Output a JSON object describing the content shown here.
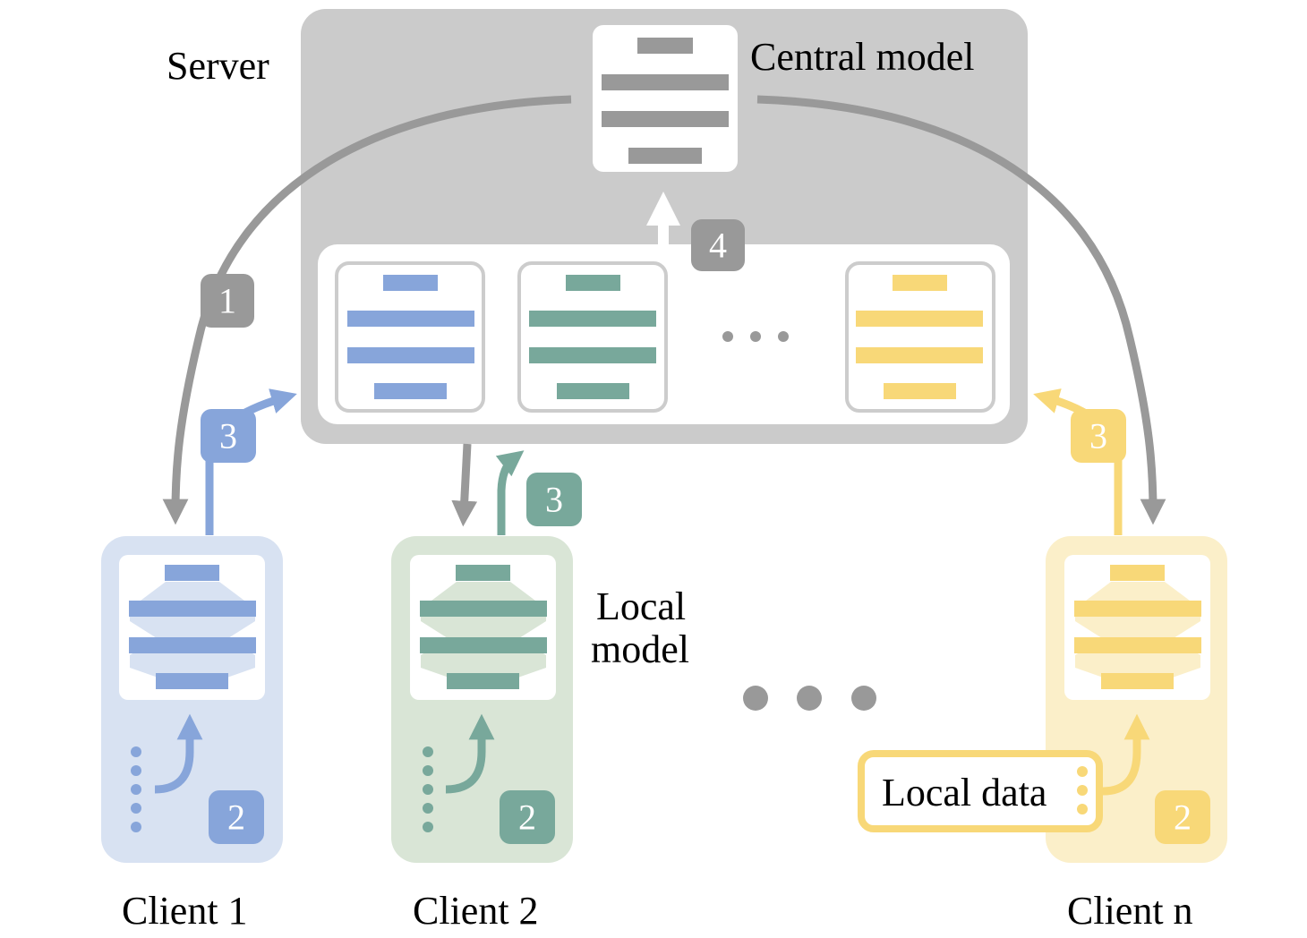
{
  "labels": {
    "server": "Server",
    "central_model": "Central model",
    "local_model_line1": "Local",
    "local_model_line2": "model",
    "local_data": "Local data",
    "client1": "Client 1",
    "client2": "Client 2",
    "clientn": "Client n"
  },
  "steps": {
    "one": "1",
    "two": "2",
    "three": "3",
    "four": "4"
  },
  "colors": {
    "server_bg": "#cbcbcb",
    "gray_arrow": "#999999",
    "blue": "#87a5da",
    "blue_bg": "#d8e2f2",
    "green": "#78a89b",
    "green_bg": "#d9e5d6",
    "yellow": "#f8d878",
    "yellow_bg": "#fbefc9",
    "gray_badge": "#999999"
  }
}
